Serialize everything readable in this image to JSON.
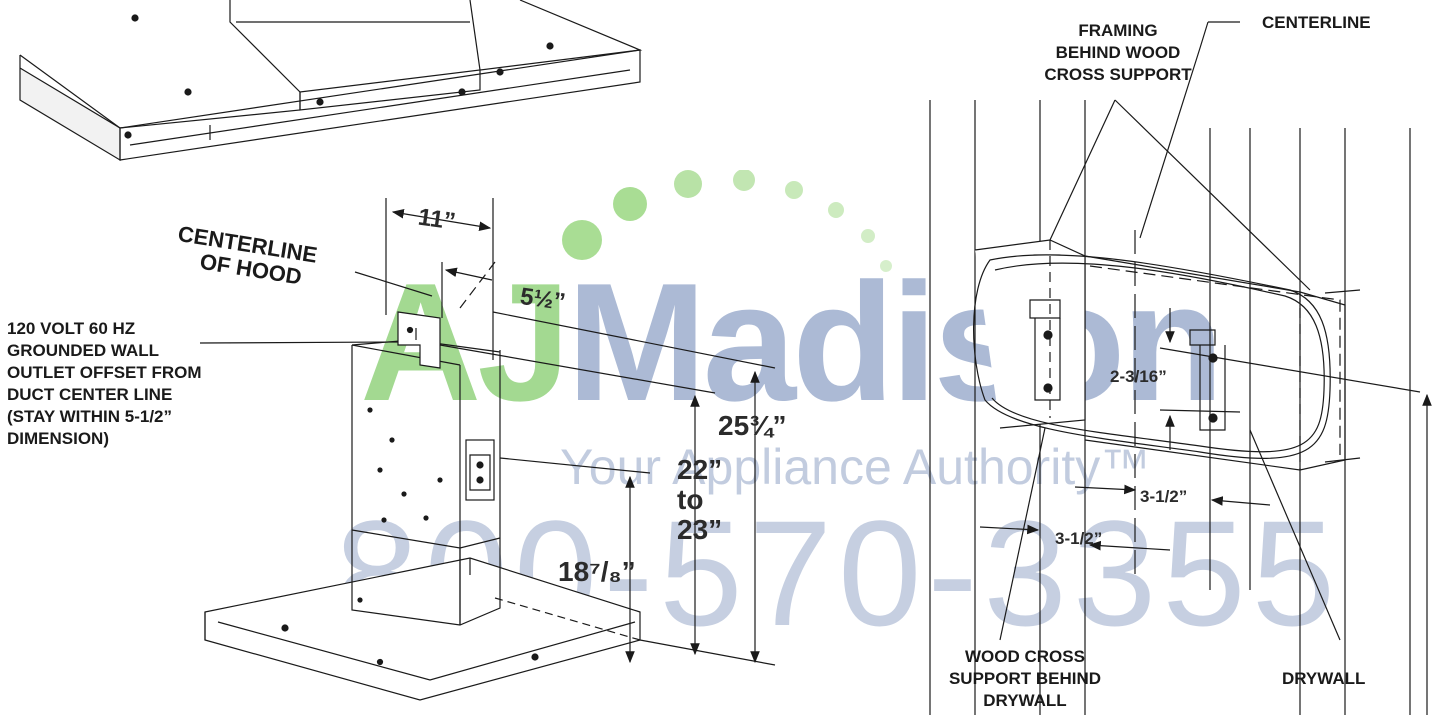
{
  "labels": {
    "framing": [
      "FRAMING",
      "BEHIND WOOD",
      "CROSS SUPPORT"
    ],
    "centerline": "CENTERLINE",
    "centerline_hood": [
      "CENTERLINE",
      "OF HOOD"
    ],
    "outlet": [
      "120 VOLT 60 HZ",
      "GROUNDED WALL",
      "OUTLET OFFSET FROM",
      "DUCT CENTER LINE",
      "(STAY WITHIN 5-1/2”",
      "DIMENSION)"
    ],
    "wood_cross": [
      "WOOD CROSS",
      "SUPPORT BEHIND",
      "DRYWALL"
    ],
    "drywall": "DRYWALL"
  },
  "dimensions": {
    "d11": "11”",
    "d5half": "5½”",
    "d25": "25¾”",
    "d22a": "22”",
    "d22b": "to",
    "d22c": "23”",
    "d18": "18⁷/₈”",
    "d2316": "2-3/16”",
    "d312a": "3-1/2”",
    "d312b": "3-1/2”"
  },
  "watermark": {
    "brand": "AJMadison",
    "tagline": "Your Appliance Authority™",
    "phone": "800-570-3355",
    "colors": {
      "green": "#8fd17a",
      "blue": "#9aaccd"
    }
  }
}
